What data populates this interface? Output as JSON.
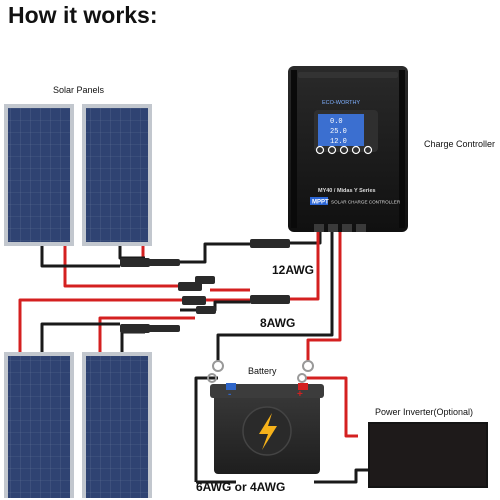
{
  "header": {
    "title": "How it works:"
  },
  "labels": {
    "solar_panels": "Solar Panels",
    "charge_controller": "Charge Controller",
    "battery": "Battery",
    "power_inverter": "Power Inverter(Optional)"
  },
  "wire_gauges": {
    "gauge_12": "12AWG",
    "gauge_8": "8AWG",
    "gauge_6_4": "6AWG or 4AWG"
  },
  "controller": {
    "brand": "ECO-WORTHY",
    "model": "MY40 / Midas Y Series",
    "type_badge": "MPPT",
    "type_text": "SOLAR CHARGE CONTROLLER",
    "display_line1": "0.0",
    "display_line2": "25.0",
    "display_line3": "12.0"
  },
  "battery_terminals": {
    "negative": "-",
    "positive": "+"
  },
  "colors": {
    "wire_red": "#d42020",
    "wire_black": "#1a1a1a",
    "panel_blue": "#2c3f6a",
    "panel_frame": "#b9bfc7",
    "controller_body": "#1c1c1c",
    "display_blue": "#3b6fd0",
    "battery_body": "#2b2b2b",
    "bolt_yellow": "#f6b21a"
  },
  "icons": [
    "lightning-bolt-icon"
  ]
}
